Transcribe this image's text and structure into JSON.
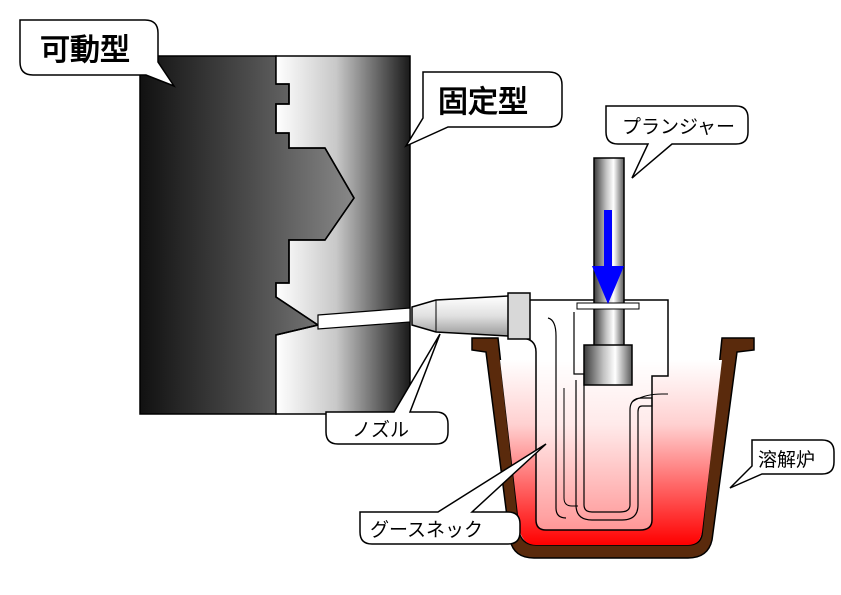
{
  "labels": {
    "movable_mold": "可動型",
    "fixed_mold": "固定型",
    "plunger": "プランジャー",
    "nozzle": "ノズル",
    "gooseneck": "グースネック",
    "melting_furnace": "溶解炉"
  },
  "colors": {
    "molten_metal": "#ff1010",
    "furnace_wall": "#5a2a0c",
    "arrow": "#0000ff",
    "mold_dark": "#000000",
    "mold_light": "#ffffff"
  }
}
